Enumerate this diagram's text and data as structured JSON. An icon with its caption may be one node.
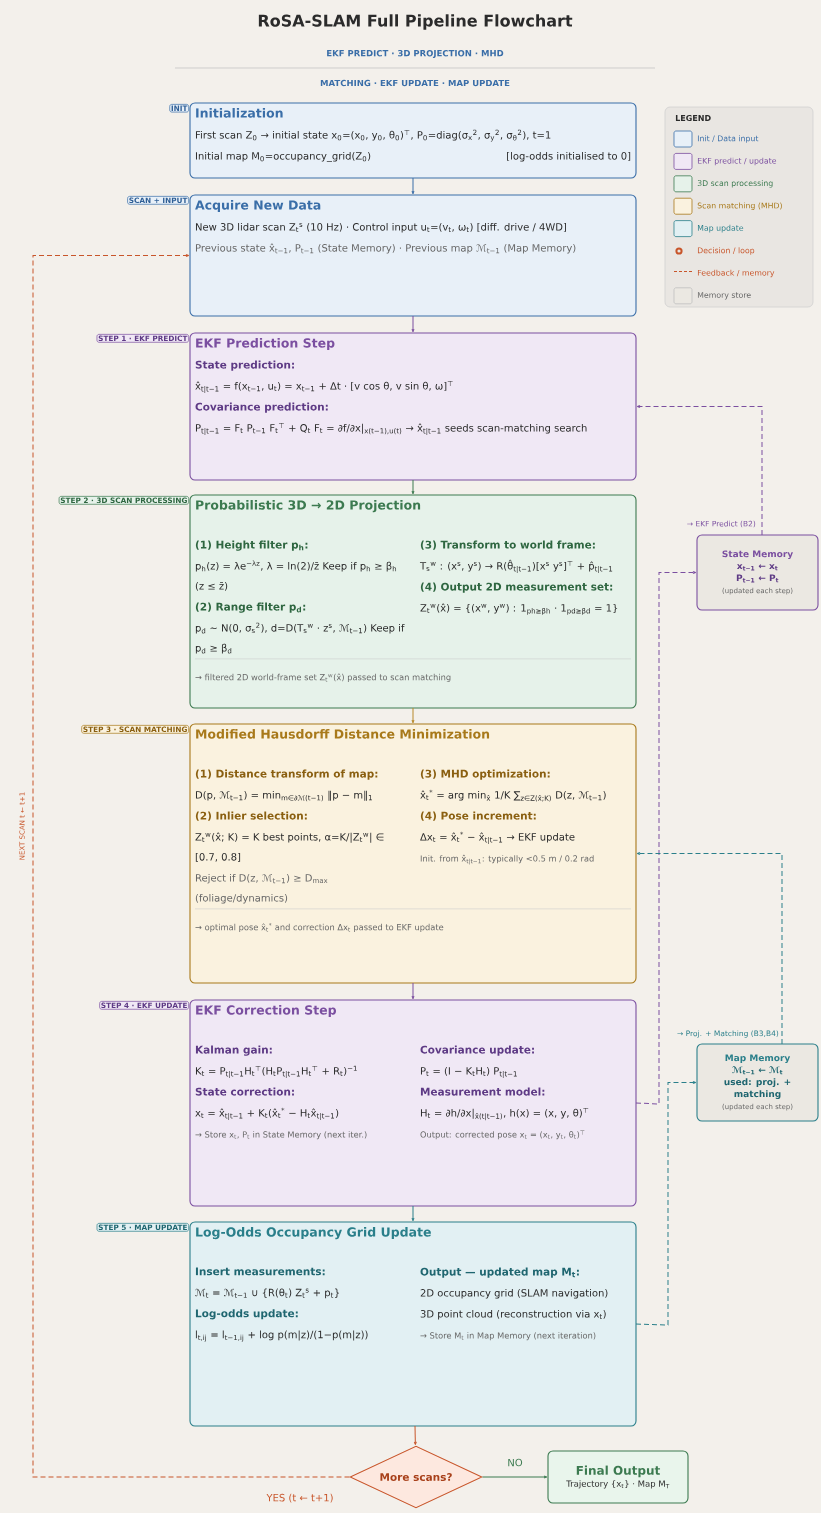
{
  "diagram": {
    "title": "RoSA-SLAM Full Pipeline Flowchart",
    "nodes": [
      {
        "text": [
          "Initialization",
          "First scan Z$_{0}$ → initial state x$_{0}$=(x$_{0}$, y$_{0}$, θ$_{0}$)$^{⊤}$, P$_{0}$=diag(σ$_{x}$$^{2}$, σ$_{y}$$^{2}$, σ$_{θ}$$^{2}$), t=1",
          "Initial map M$_{0}$=occupancy_grid(Z$_{0}$)",
          "[log-odds initialised to 0]"
        ],
        "beside": [
          "INIT"
        ]
      },
      {
        "text": [
          "Acquire New Data",
          "New 3D lidar scan Z$_{t}$$^{s}$ (10 Hz)  ·  Control input u$_{t}$=(v$_{t}$, ω$_{t}$) [diff. drive / 4WD]",
          "Previous state x̂$_{t−1}$, P$_{t−1}$ (State Memory)  ·  Previous map ℳ$_{t−1}$ (Map Memory)"
        ],
        "beside": [
          "SCAN + INPUT"
        ]
      },
      {
        "text": [
          "EKF Prediction Step",
          "State prediction:",
          "x̂$_{t|t−1}$ = f(x$_{t−1}$, u$_{t}$) = x$_{t−1}$ + Δt · [v cos θ, v sin θ, ω]$^{⊤}$",
          "Covariance prediction:",
          "P$_{t|t−1}$ = F$_{t}$ P$_{t−1}$ F$_{t}$$^{⊤}$ + Q$_{t}$    F$_{t}$ = ∂f/∂x|$_{x(t−1),u(t)}$ → x̂$_{t|t−1}$ seeds scan-matching search"
        ],
        "beside": [
          "STEP 1 · EKF PREDICT"
        ]
      },
      {
        "text": [
          "Probabilistic 3D → 2D Projection",
          "(1) Height filter p$_{h}$:",
          "p$_{h}$(z) = λe$^{−λz}$, λ = ln(2)/z̄  Keep if p$_{h}$ ≥ β$_{h}$ (z ≤ z̄)",
          "(2) Range filter p$_{d}$:",
          "p$_{d}$ ∼ N(0, σ$_{s}$$^{2}$), d=D(T$_{s}$$^{w}$ · z$^{s}$, ℳ$_{t−1}$) Keep if p$_{d}$ ≥ β$_{d}$",
          "(3) Transform to world frame:",
          "T$_{s}$$^{w}$ : (x$^{s}$, y$^{s}$) → R(θ̂$_{t|t−1}$)[x$^{s}$ y$^{s}$]$^{⊤}$ + p̂$_{t|t−1}$",
          "(4) Output 2D measurement set:",
          "Z$_{t}$$^{w}$(x̂) = {(x$^{w}$, y$^{w}$) : 1$_{ph≥βh}$ · 1$_{pd≥βd}$ = 1}",
          "→ filtered 2D world-frame set Z$_{t}$$^{w}$(x̂) passed to scan matching"
        ],
        "beside": [
          "STEP 2 · 3D SCAN PROCESSING"
        ]
      },
      {
        "text": [
          "Modified Hausdorff Distance Minimization",
          "(1) Distance transform of map:",
          "D(p, ℳ$_{t−1}$) = min$_{m∈∂ℳ(t−1)}$ ‖p − m‖$_{1}$",
          "(2) Inlier selection:",
          "Z$_{t}$$^{w}$(x̂; K) = K best points, α=K/|Z$_{t}$$^{w}$| ∈ [0.7, 0.8]",
          "Reject if D(z, ℳ$_{t−1}$) ≥ D$_{max}$ (foliage/dynamics)",
          "(3) MHD optimization:",
          "x̂$_{t}$$^{*}$ = arg min$_{x̂}$ 1/K ∑$_{z∈Z(x̂;K)}$ D(z, ℳ$_{t−1}$)",
          "(4) Pose increment:",
          "Δx$_{t}$ = x̂$_{t}$$^{*}$ − x̂$_{t|t−1}$ → EKF update",
          "Init. from x̂$_{t|t−1}$: typically <0.5 m / 0.2 rad",
          "→ optimal pose x̂$_{t}$$^{*}$ and correction Δx$_{t}$ passed to EKF update"
        ],
        "beside": [
          "STEP 3 · SCAN MATCHING"
        ]
      },
      {
        "text": [
          "EKF Correction Step",
          "Kalman gain:",
          "K$_{t}$ = P$_{t|t−1}$H$_{t}$$^{⊤}$(H$_{t}$P$_{t|t−1}$H$_{t}$$^{⊤}$ + R$_{t}$)$^{−1}$",
          "State correction:",
          "x$_{t}$ = x̂$_{t|t−1}$ + K$_{t}$(x̂$_{t}$$^{*}$ − H$_{t}$x̂$_{t|t−1}$)",
          "→ Store x$_{t}$, P$_{t}$ in State Memory (next iter.)",
          "Covariance update:",
          "P$_{t}$ = (I − K$_{t}$H$_{t}$) P$_{t|t−1}$",
          "Measurement model:",
          "H$_{t}$ = ∂h/∂x|$_{x̂(t|t−1)}$, h(x) = (x, y, θ)$^{⊤}$",
          "Output: corrected pose x$_{t}$ = (x$_{t}$, y$_{t}$, θ$_{t}$)$^{⊤}$"
        ],
        "beside": [
          "STEP 4 · EKF UPDATE"
        ]
      },
      {
        "text": [
          "Log-Odds Occupancy Grid Update",
          "Insert measurements:",
          "ℳ$_{t}$ = ℳ$_{t−1}$ ∪ {R(θ$_{t}$) Z$_{t}$$^{s}$ + p$_{t}$}",
          "Log-odds update:",
          "l$_{t,ij}$ = l$_{t−1,ij}$ + log p(m|z)/(1−p(m|z))",
          "Output — updated map M$_{t}$:",
          "2D occupancy grid (SLAM navigation)",
          "3D point cloud (reconstruction via x$_{t}$)",
          "→ Store M$_{t}$ in Map Memory (next iteration)"
        ],
        "beside": [
          "STEP 5 · MAP UPDATE"
        ]
      },
      {
        "text": [
          "More scans?"
        ]
      },
      {
        "text": [
          "Final Output",
          "Trajectory {x$_{t}$} · Map M$_{T}$"
        ]
      },
      {
        "text": [
          "State Memory",
          "x$_{t−1}$ ← x$_{t}$",
          "P$_{t−1}$ ← P$_{t}$",
          "(updated each step)"
        ],
        "beside": [
          "→ EKF Predict (B2)"
        ]
      },
      {
        "text": [
          "Map Memory",
          "ℳ$_{t−1}$ ← ℳ$_{t}$",
          "used: proj. + matching",
          "(updated each step)"
        ],
        "beside": [
          "→ Proj. + Matching (B3,B4)"
        ]
      }
    ],
    "edges": [
      {
        "from": 0,
        "to": 1,
        "arrow": "to",
        "color": "#3a6ea8"
      },
      {
        "from": 1,
        "to": 2,
        "arrow": "to",
        "color": "#7b4fa0"
      },
      {
        "from": 2,
        "to": 3,
        "arrow": "to",
        "color": "#3c7a50"
      },
      {
        "from": 3,
        "to": 4,
        "arrow": "to",
        "color": "#b8892a"
      },
      {
        "from": 4,
        "to": 5,
        "arrow": "to",
        "color": "#7b4fa0"
      },
      {
        "from": 5,
        "to": 6,
        "arrow": "to",
        "color": "#2a7f8a"
      },
      {
        "from": 6,
        "to": 7,
        "arrow": "to",
        "color": "#c8552a"
      },
      {
        "from": 7,
        "to": 8,
        "arrow": "to",
        "label": "NO",
        "color": "#3c7a50"
      },
      {
        "from": 7,
        "to": 1,
        "arrow": "to",
        "label": "YES (t ← t+1)",
        "style": "dashed",
        "color": "#c8552a"
      },
      {
        "from": 9,
        "to": 2,
        "arrow": "to",
        "style": "dashed",
        "color": "#7b4fa0"
      },
      {
        "from": 5,
        "to": 9,
        "arrow": "to",
        "style": "dashed",
        "color": "#7b4fa0"
      },
      {
        "from": 10,
        "to": 4,
        "arrow": "to",
        "style": "dashed",
        "color": "#2a7f8a"
      },
      {
        "from": 6,
        "to": 10,
        "arrow": "to",
        "style": "dashed",
        "color": "#2a7f8a"
      }
    ],
    "labels": [
      "EKF PREDICT · 3D PROJECTION · MHD",
      "MATCHING · EKF UPDATE · MAP UPDATE",
      "NEXT SCAN t ← t+1",
      "LEGEND"
    ],
    "legend": [
      {
        "text": "Init / Data input",
        "color": "#e8f0f8"
      },
      {
        "text": "EKF predict / update",
        "color": "#f0e8f5"
      },
      {
        "text": "3D scan processing",
        "color": "#e6f2ea"
      },
      {
        "text": "Scan matching (MHD)",
        "color": "#faf2df"
      },
      {
        "text": "Map update",
        "color": "#e2f0f3"
      },
      {
        "text": "Decision / loop"
      },
      {
        "text": "Feedback / memory"
      },
      {
        "text": "Memory store",
        "color": "#ebe8e2"
      }
    ]
  }
}
